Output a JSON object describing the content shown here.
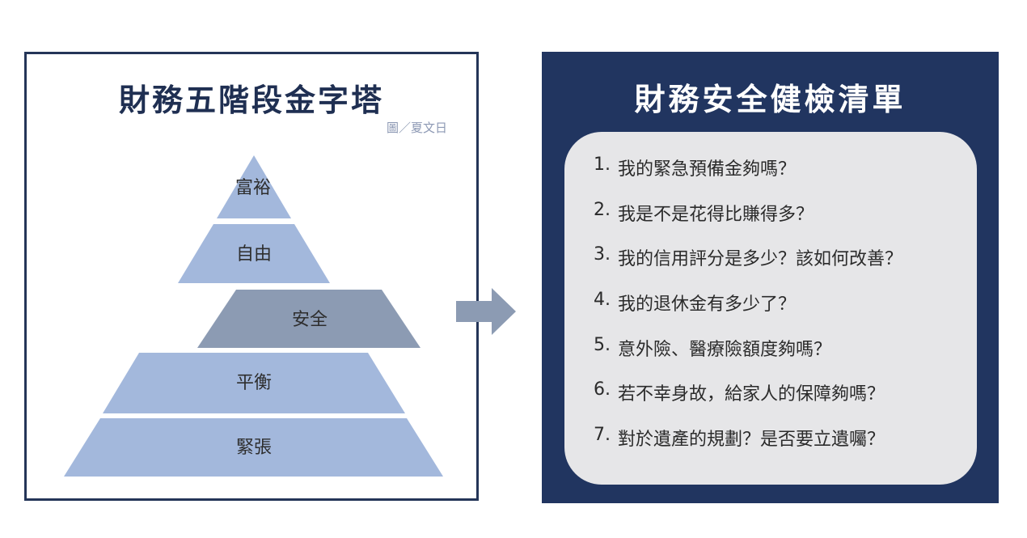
{
  "pyramid_panel": {
    "title": "財務五階段金字塔",
    "credit": "圖／夏文日",
    "levels": [
      {
        "label": "富裕",
        "color": "#a3b8dc"
      },
      {
        "label": "自由",
        "color": "#a3b8dc"
      },
      {
        "label": "安全",
        "color": "#8c9bb3"
      },
      {
        "label": "平衡",
        "color": "#a3b8dc"
      },
      {
        "label": "緊張",
        "color": "#a3b8dc"
      }
    ]
  },
  "arrow": {
    "color": "#8c9bb3"
  },
  "checklist_panel": {
    "title": "財務安全健檢清單",
    "items": [
      {
        "num": "1.",
        "text": "我的緊急預備金夠嗎？"
      },
      {
        "num": "2.",
        "text": "我是不是花得比賺得多？"
      },
      {
        "num": "3.",
        "text": "我的信用評分是多少？該如何改善？"
      },
      {
        "num": "4.",
        "text": "我的退休金有多少了？"
      },
      {
        "num": "5.",
        "text": "意外險、醫療險額度夠嗎？"
      },
      {
        "num": "6.",
        "text": "若不幸身故，給家人的保障夠嗎？"
      },
      {
        "num": "7.",
        "text": "對於遺產的規劃？是否要立遺囑？"
      }
    ]
  },
  "colors": {
    "navy": "#213560",
    "panel_border": "#243558",
    "checklist_bg": "#e6e6e8"
  }
}
